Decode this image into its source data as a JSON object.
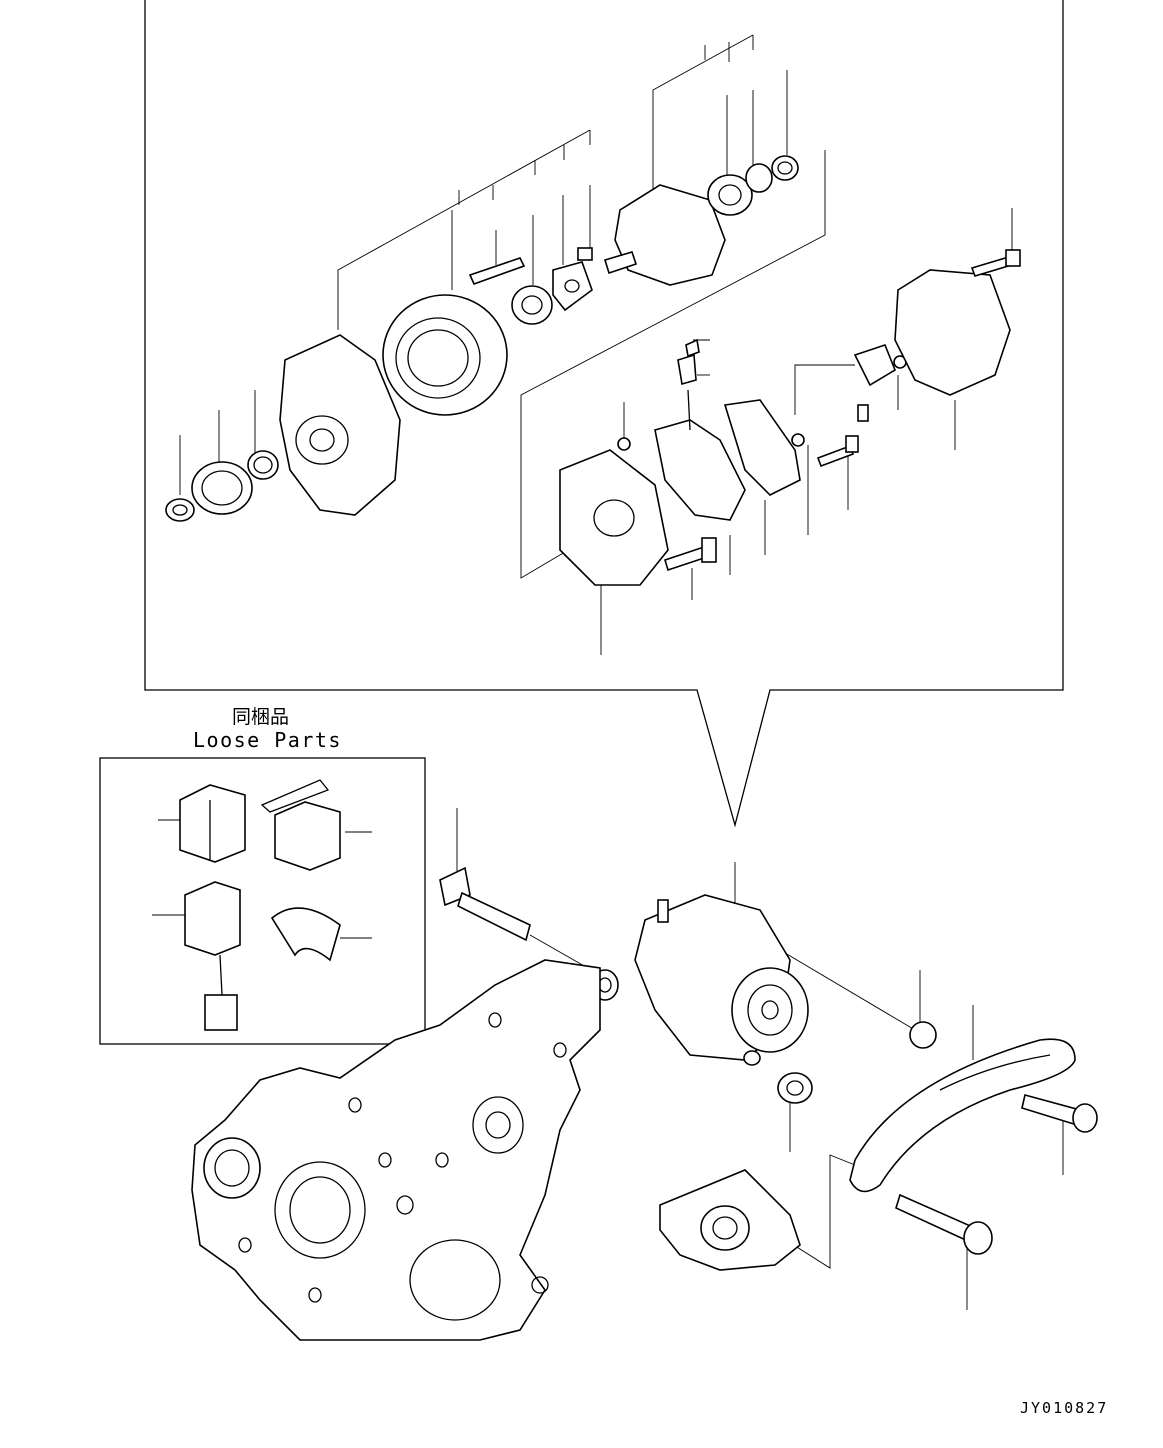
{
  "loose_parts": {
    "title_jp": "同梱品",
    "title_en": "Loose Parts"
  },
  "drawing_code": "JY010827"
}
